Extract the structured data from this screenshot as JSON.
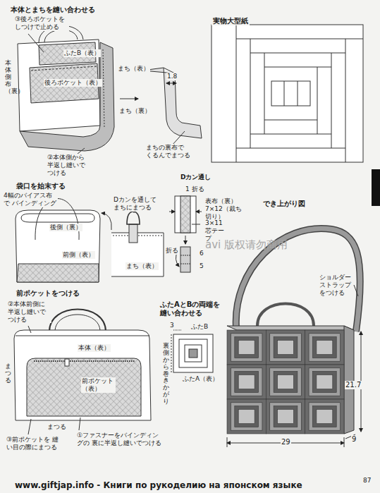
{
  "diagram": {
    "nodes": [
      {
        "text": [
          "実物大型紙"
        ]
      }
    ],
    "labels": [
      "本体とまちを縫い合わせる",
      "③後ろポケットを しつけで止める",
      "ふたB（表）",
      "後ろポケット（表）",
      "本体側布（裏）",
      "まち（表）",
      "1.8",
      "まち（裏）",
      "②本体側から 半返し縫いで つける",
      "まちの裏布で くるんでまつる",
      "袋口を始末する",
      "4幅のバイアス布で バインディング",
      "後側（裏）",
      "前側（表）",
      "Dカンを通して まちにまつる",
      "まち（表）",
      "Dカン通し",
      "1 折る",
      "表布（裏） 7×12（裁ち切り）",
      "3×11 芯テープ",
      "折る",
      "6",
      "5",
      "でき上がり図",
      "ショルダー ストラップ をつける",
      "21.7",
      "9",
      "29",
      "前ポケットをつける",
      "②本体前側に 半返し縫いで つける",
      "本体（表）",
      "前ポケット （表）",
      "まつる",
      "まつる",
      "③前ポケットを 縫い目の際にまつる",
      "①ファスナーをバインディングの 裏に半返し縫いでつける",
      "ふたAとBの両端を 縫い合わせる",
      "3",
      "ふたB",
      "裏側から巻きかがり",
      "ふたA（表）",
      "avi 版权请勿商用",
      "www.giftjap.info - Книги по рукоделию на японском языке",
      "87"
    ]
  }
}
